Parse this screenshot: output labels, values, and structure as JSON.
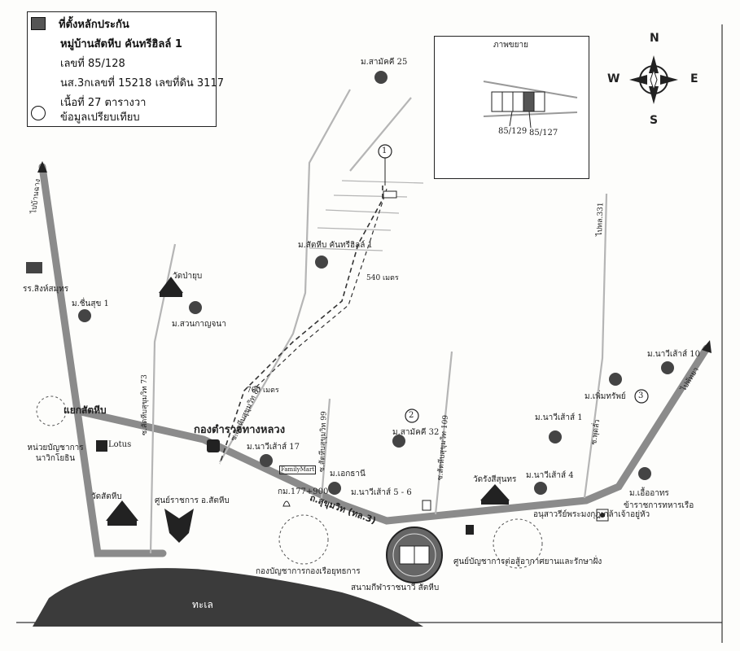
{
  "legend": {
    "title": "ที่ตั้งหลักประกัน",
    "village": "หมู่บ้านสัตหีบ คันทรีฮิลล์ 1",
    "house_no": "เลขที่ 85/128",
    "deed": "นส.3กเลขที่ 15218 เลขที่ดิน 3117",
    "area": "เนื้อที่ 27 ตารางวา",
    "compare": "ข้อมูลเปรียบเทียบ"
  },
  "inset": {
    "title": "ภาพขยาย",
    "plot_a": "85/129",
    "plot_b": "85/127"
  },
  "compass": {
    "n": "N",
    "s": "S",
    "e": "E",
    "w": "W"
  },
  "markers": {
    "m1": "1",
    "m2": "2",
    "m3": "3"
  },
  "distances": {
    "d540": "540 เมตร",
    "d700": "700 เมตร"
  },
  "places": {
    "samakkhi25": "ม.สามัคคี 25",
    "country_hill": "ม.สัตหีบ คันทรีฮิลล์ 1",
    "wat_pa": "วัดป่ายุบ",
    "suan_kanchana": "ม.สวนกาญจนา",
    "school": "รร.สิงห์สมุทร",
    "chuensuk": "ม.ชื่นสุข 1",
    "yaek_sattahip": "แยกสัตหีบ",
    "naval_infantry": "หน่วยบัญชาการ นาวิกโยธิน",
    "highway_police": "กองตำรวจทางหลวง",
    "nawisao17": "ม.นาวีเส้าส์ 17",
    "ekthani": "ม.เอกธานี",
    "nawisao56": "ม.นาวีเส้าส์ 5 - 6",
    "samakkhi32": "ม.สามัคคี 32",
    "wat_rang": "วัดรังสีสุนทร",
    "nawisao4": "ม.นาวีเส้าส์ 4",
    "nawisao1": "ม.นาวีเส้าส์ 1",
    "phoemsap": "ม.เพิ่มทรัพย์",
    "nawisao10": "ม.นาวีเส้าส์ 10",
    "uea_athon": "ม.เอื้ออาทร",
    "navy_staff": "ข้าราชการทหารเรือ",
    "wat_sattahip": "วัดสัตหีบ",
    "district_office": "ศูนย์ราชการ อ.สัตหีบ",
    "km177": "กม.177+900",
    "fleet_command": "กองบัญชาการกองเรือยุทธการ",
    "stadium": "สนามกีฬาราชนาวี สัตหีบ",
    "air_defense": "ศูนย์บัญชาการต่อสู้อากาศยานและรักษาฝั่ง",
    "monument": "อนุสาวรีย์พระมงกุฎเกล้าเจ้าอยู่หัว",
    "sea": "ทะเล",
    "lotus": "Lotus",
    "family_mart": "FamilyMart"
  },
  "roads": {
    "sukhumvit3": "ถ.สุขุมวิท (ทล.3)",
    "soi73": "ซ.สัตหีบสุขุมวิท 73",
    "soi81": "ซ.สัตหีบสุขุมวิท 81",
    "soi99": "ซ.สัตหีบสุขุมวิท 99",
    "soi109": "ซ.สัตหีบสุขุมวิท 109",
    "phutlua": "ซ.พุดลั่ว",
    "to_banchang": "ไปบ้านฉาง",
    "to_331": "ไปทล.331",
    "to_pattaya": "ไปพัทยา"
  }
}
